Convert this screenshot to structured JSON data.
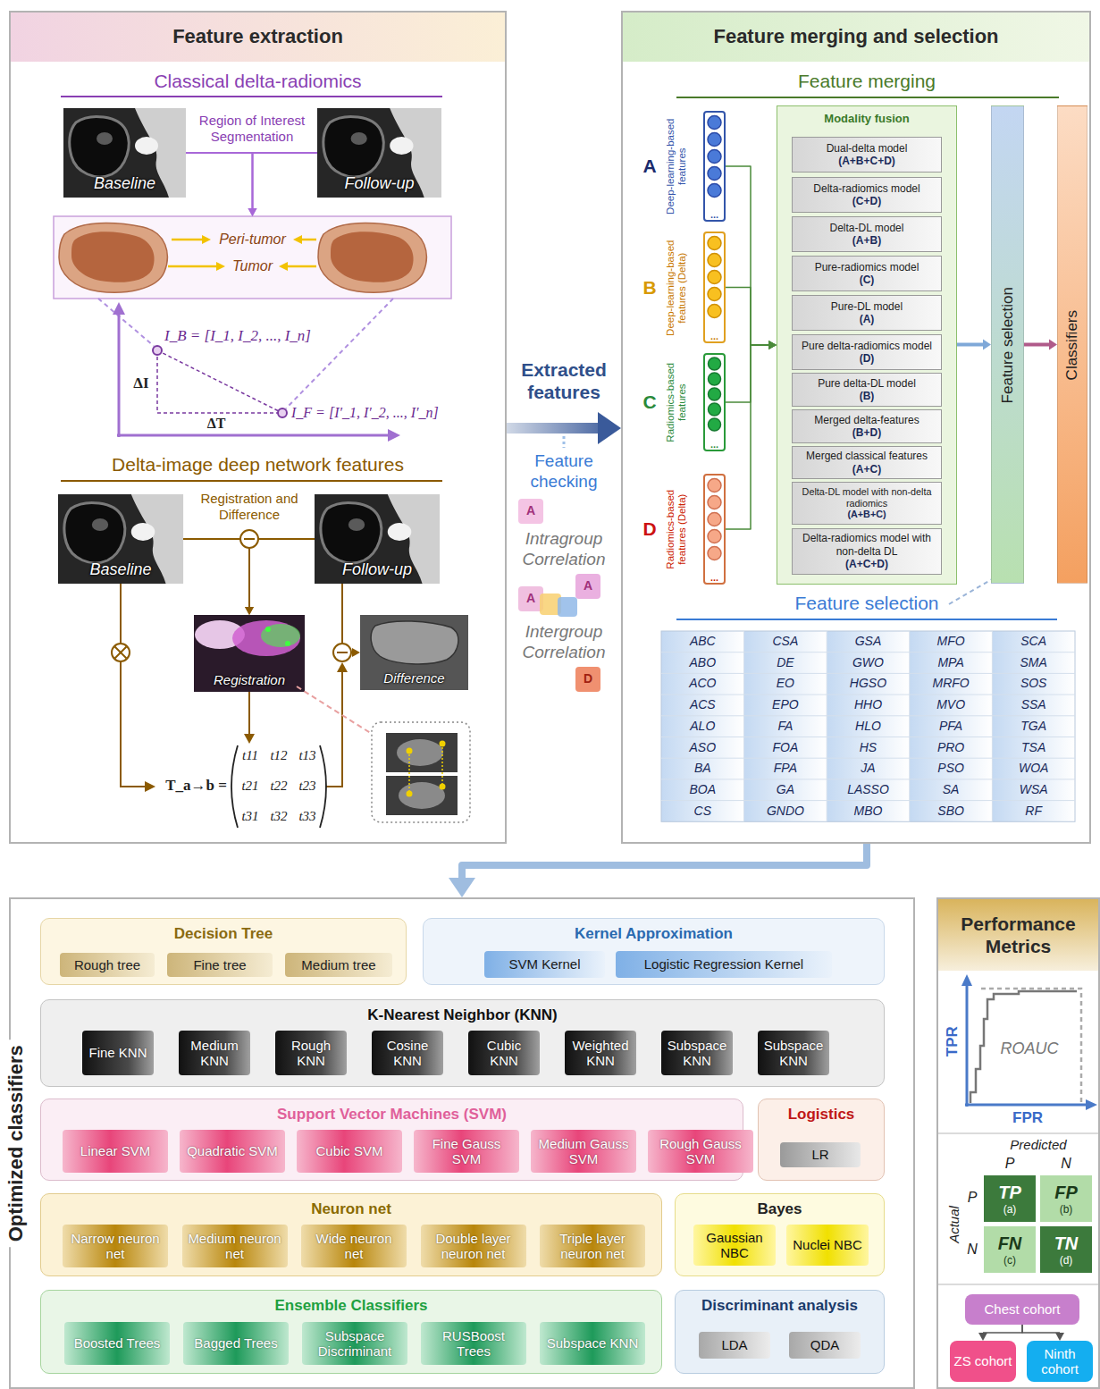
{
  "diagram": {
    "nodes": [
      {
        "text": [
          "Feature extraction"
        ]
      },
      {
        "text": [
          "Baseline"
        ],
        "in": 0
      },
      {
        "text": [
          "Follow-up"
        ],
        "in": 0
      },
      {
        "text": [
          "Peri-tumor",
          "Tumor"
        ],
        "in": 0
      },
      {
        "text": [
          "Baseline"
        ],
        "in": 0
      },
      {
        "text": [
          "Follow-up"
        ],
        "in": 0
      },
      {
        "text": [
          "Registration"
        ],
        "in": 0
      },
      {
        "text": [
          "Difference"
        ],
        "in": 0
      },
      {
        "text": [
          "Feature merging and selection"
        ]
      },
      {
        "text": [
          "A",
          "Deep-learning-based features",
          "..."
        ],
        "in": 8
      },
      {
        "text": [
          "B",
          "Deep-learning-based features (Delta)",
          "..."
        ],
        "in": 8
      },
      {
        "text": [
          "C",
          "Radiomics-based features",
          "..."
        ],
        "in": 8
      },
      {
        "text": [
          "D",
          "Radiomics-based features (Delta)",
          "..."
        ],
        "in": 8
      },
      {
        "text": [
          "Modality fusion"
        ],
        "in": 8
      },
      {
        "text": [
          "Dual-delta model",
          "(A+B+C+D)"
        ],
        "in": 13
      },
      {
        "text": [
          "Delta-radiomics model",
          "(C+D)"
        ],
        "in": 13
      },
      {
        "text": [
          "Delta-DL model",
          "(A+B)"
        ],
        "in": 13
      },
      {
        "text": [
          "Pure-radiomics model",
          "(C)"
        ],
        "in": 13
      },
      {
        "text": [
          "Pure-DL model",
          "(A)"
        ],
        "in": 13
      },
      {
        "text": [
          "Pure delta-radiomics model",
          "(D)"
        ],
        "in": 13
      },
      {
        "text": [
          "Pure delta-DL model",
          "(B)"
        ],
        "in": 13
      },
      {
        "text": [
          "Merged delta-features",
          "(B+D)"
        ],
        "in": 13
      },
      {
        "text": [
          "Merged classical features",
          "(A+C)"
        ],
        "in": 13
      },
      {
        "text": [
          "Delta-DL model with non-delta radiomics",
          "(A+B+C)"
        ],
        "in": 13
      },
      {
        "text": [
          "Delta-radiomics model with non-delta DL",
          "(A+C+D)"
        ],
        "in": 13
      },
      {
        "text": [
          "Feature selection"
        ],
        "in": 8
      },
      {
        "text": [
          "Classifiers"
        ],
        "in": 8
      },
      {
        "text": [
          "Optimized classifiers"
        ]
      },
      {
        "text": [
          "Decision Tree"
        ],
        "in": 27
      },
      {
        "text": [
          "Rough tree"
        ],
        "in": 28
      },
      {
        "text": [
          "Fine tree"
        ],
        "in": 28
      },
      {
        "text": [
          "Medium tree"
        ],
        "in": 28
      },
      {
        "text": [
          "Kernel Approximation"
        ],
        "in": 27
      },
      {
        "text": [
          "SVM Kernel"
        ],
        "in": 32
      },
      {
        "text": [
          "Logistic Regression Kernel"
        ],
        "in": 32
      },
      {
        "text": [
          "K-Nearest Neighbor (KNN)"
        ],
        "in": 27
      },
      {
        "text": [
          "Fine KNN"
        ],
        "in": 35
      },
      {
        "text": [
          "Medium KNN"
        ],
        "in": 35
      },
      {
        "text": [
          "Rough KNN"
        ],
        "in": 35
      },
      {
        "text": [
          "Cosine KNN"
        ],
        "in": 35
      },
      {
        "text": [
          "Cubic KNN"
        ],
        "in": 35
      },
      {
        "text": [
          "Weighted KNN"
        ],
        "in": 35
      },
      {
        "text": [
          "Subspace KNN"
        ],
        "in": 35
      },
      {
        "text": [
          "Subspace KNN"
        ],
        "in": 35
      },
      {
        "text": [
          "Support Vector Machines (SVM)"
        ],
        "in": 27
      },
      {
        "text": [
          "Linear SVM"
        ],
        "in": 44
      },
      {
        "text": [
          "Quadratic SVM"
        ],
        "in": 44
      },
      {
        "text": [
          "Cubic SVM"
        ],
        "in": 44
      },
      {
        "text": [
          "Fine Gauss SVM"
        ],
        "in": 44
      },
      {
        "text": [
          "Medium Gauss SVM"
        ],
        "in": 44
      },
      {
        "text": [
          "Rough Gauss SVM"
        ],
        "in": 44
      },
      {
        "text": [
          "Logistics"
        ],
        "in": 27
      },
      {
        "text": [
          "LR"
        ],
        "in": 51
      },
      {
        "text": [
          "Neuron net"
        ],
        "in": 27
      },
      {
        "text": [
          "Narrow neuron net"
        ],
        "in": 53
      },
      {
        "text": [
          "Medium neuron net"
        ],
        "in": 53
      },
      {
        "text": [
          "Wide neuron net"
        ],
        "in": 53
      },
      {
        "text": [
          "Double layer neuron net"
        ],
        "in": 53
      },
      {
        "text": [
          "Triple layer neuron net"
        ],
        "in": 53
      },
      {
        "text": [
          "Bayes"
        ],
        "in": 27
      },
      {
        "text": [
          "Gaussian NBC"
        ],
        "in": 59
      },
      {
        "text": [
          "Nuclei NBC"
        ],
        "in": 59
      },
      {
        "text": [
          "Ensemble Classifiers"
        ],
        "in": 27
      },
      {
        "text": [
          "Boosted Trees"
        ],
        "in": 62
      },
      {
        "text": [
          "Bagged Trees"
        ],
        "in": 62
      },
      {
        "text": [
          "Subspace Discriminant"
        ],
        "in": 62
      },
      {
        "text": [
          "RUSBoost Trees"
        ],
        "in": 62
      },
      {
        "text": [
          "Subspace KNN"
        ],
        "in": 62
      },
      {
        "text": [
          "Discriminant analysis"
        ],
        "in": 27
      },
      {
        "text": [
          "LDA"
        ],
        "in": 68
      },
      {
        "text": [
          "QDA"
        ],
        "in": 68
      },
      {
        "text": [
          "Performance Metrics"
        ]
      },
      {
        "text": [
          "TP",
          "(a)"
        ],
        "in": 71
      },
      {
        "text": [
          "FP",
          "(b)"
        ],
        "in": 71
      },
      {
        "text": [
          "FN",
          "(c)"
        ],
        "in": 71
      },
      {
        "text": [
          "TN",
          "(d)"
        ],
        "in": 71
      },
      {
        "text": [
          "Chest cohort"
        ],
        "in": 71
      },
      {
        "text": [
          "ZS cohort"
        ],
        "in": 71
      },
      {
        "text": [
          "Ninth cohort"
        ],
        "in": 71
      }
    ],
    "edges": [
      {
        "from": 1,
        "to": 3,
        "arrow": "to"
      },
      {
        "from": 2,
        "to": 3,
        "arrow": "to"
      },
      {
        "from": 4,
        "to": 6,
        "arrow": "to"
      },
      {
        "from": 5,
        "to": 6,
        "arrow": "to"
      },
      {
        "from": 5,
        "to": 7,
        "arrow": "to"
      },
      {
        "from": 0,
        "to": 8,
        "label": "Extracted features",
        "arrow": "to"
      },
      {
        "from": 9,
        "to": 13,
        "arrow": "to"
      },
      {
        "from": 10,
        "to": 13,
        "arrow": "to"
      },
      {
        "from": 11,
        "to": 13,
        "arrow": "to"
      },
      {
        "from": 12,
        "to": 13,
        "arrow": "to"
      },
      {
        "from": 13,
        "to": 25,
        "arrow": "to"
      },
      {
        "from": 25,
        "to": 26,
        "arrow": "to"
      },
      {
        "from": 8,
        "to": 27,
        "arrow": "to"
      },
      {
        "from": 76,
        "to": 77,
        "arrow": "to"
      },
      {
        "from": 76,
        "to": 78,
        "arrow": "to"
      }
    ],
    "labels": [
      "Classical delta-radiomics",
      "Region of Interest Segmentation",
      "I_B = [I_1, I_2, ..., I_n]",
      "ΔI",
      "ΔT",
      "I_F = [I′_1, I′_2, ..., I′_n]",
      "Delta-image deep network features",
      "Registration and Difference",
      "T_a→b =",
      "t11",
      "t12",
      "t13",
      "t21",
      "t22",
      "t23",
      "t31",
      "t32",
      "t33",
      "Feature checking",
      "A",
      "Intragroup Correlation",
      "A",
      "A",
      "Intergroup Correlation",
      "D",
      "Feature merging",
      "Feature selection",
      "ABC",
      "CSA",
      "GSA",
      "MFO",
      "SCA",
      "ABO",
      "DE",
      "GWO",
      "MPA",
      "SMA",
      "ACO",
      "EO",
      "HGSO",
      "MRFO",
      "SOS",
      "ACS",
      "EPO",
      "HHO",
      "MVO",
      "SSA",
      "ALO",
      "FA",
      "HLO",
      "PFA",
      "TGA",
      "ASO",
      "FOA",
      "HS",
      "PRO",
      "TSA",
      "BA",
      "FPA",
      "JA",
      "PSO",
      "WOA",
      "BOA",
      "GA",
      "LASSO",
      "SA",
      "WSA",
      "CS",
      "GNDO",
      "MBO",
      "SBO",
      "RF",
      "TPR",
      "ROAUC",
      "FPR",
      "Predicted",
      "P",
      "N",
      "Actual",
      "P",
      "N"
    ]
  }
}
